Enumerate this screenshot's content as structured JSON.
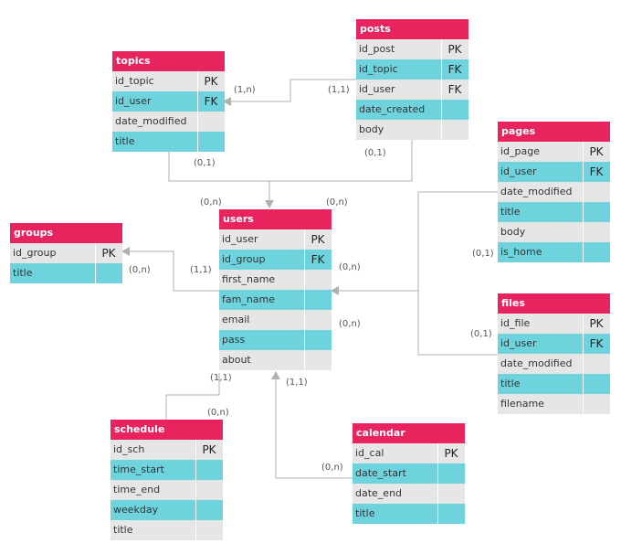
{
  "entities": {
    "topics": {
      "name": "topics",
      "fields": [
        {
          "name": "id_topic",
          "key": "PK"
        },
        {
          "name": "id_user",
          "key": "FK"
        },
        {
          "name": "date_modified",
          "key": ""
        },
        {
          "name": "title",
          "key": ""
        }
      ]
    },
    "posts": {
      "name": "posts",
      "fields": [
        {
          "name": "id_post",
          "key": "PK"
        },
        {
          "name": "id_topic",
          "key": "FK"
        },
        {
          "name": "id_user",
          "key": "FK"
        },
        {
          "name": "date_created",
          "key": ""
        },
        {
          "name": "body",
          "key": ""
        }
      ]
    },
    "pages": {
      "name": "pages",
      "fields": [
        {
          "name": "id_page",
          "key": "PK"
        },
        {
          "name": "id_user",
          "key": "FK"
        },
        {
          "name": "date_modified",
          "key": ""
        },
        {
          "name": "title",
          "key": ""
        },
        {
          "name": "body",
          "key": ""
        },
        {
          "name": "is_home",
          "key": ""
        }
      ]
    },
    "groups": {
      "name": "groups",
      "fields": [
        {
          "name": "id_group",
          "key": "PK"
        },
        {
          "name": "title",
          "key": ""
        }
      ]
    },
    "users": {
      "name": "users",
      "fields": [
        {
          "name": "id_user",
          "key": "PK"
        },
        {
          "name": "id_group",
          "key": "FK"
        },
        {
          "name": "first_name",
          "key": ""
        },
        {
          "name": "fam_name",
          "key": ""
        },
        {
          "name": "email",
          "key": ""
        },
        {
          "name": "pass",
          "key": ""
        },
        {
          "name": "about",
          "key": ""
        }
      ]
    },
    "files": {
      "name": "files",
      "fields": [
        {
          "name": "id_file",
          "key": "PK"
        },
        {
          "name": "id_user",
          "key": "FK"
        },
        {
          "name": "date_modified",
          "key": ""
        },
        {
          "name": "title",
          "key": ""
        },
        {
          "name": "filename",
          "key": ""
        }
      ]
    },
    "schedule": {
      "name": "schedule",
      "fields": [
        {
          "name": "id_sch",
          "key": "PK"
        },
        {
          "name": "time_start",
          "key": ""
        },
        {
          "name": "time_end",
          "key": ""
        },
        {
          "name": "weekday",
          "key": ""
        },
        {
          "name": "title",
          "key": ""
        }
      ]
    },
    "calendar": {
      "name": "calendar",
      "fields": [
        {
          "name": "id_cal",
          "key": "PK"
        },
        {
          "name": "date_start",
          "key": ""
        },
        {
          "name": "date_end",
          "key": ""
        },
        {
          "name": "title",
          "key": ""
        }
      ]
    }
  },
  "cardinalities": {
    "topics_users_topic_side": "(1,n)",
    "posts_topics_post_side": "(1,1)",
    "topics_users_user_side": "(0,1)",
    "posts_users_post_side": "(0,1)",
    "users_top_left": "(0,n)",
    "users_top_right": "(0,n)",
    "groups_users_group_side": "(0,n)",
    "groups_users_user_side": "(1,1)",
    "pages_users_user_side": "(0,n)",
    "pages_users_page_side": "(0,1)",
    "files_users_user_side": "(0,n)",
    "files_users_file_side": "(0,1)",
    "schedule_users_user_side": "(1,1)",
    "schedule_users_schedule_side": "(0,n)",
    "calendar_users_user_side": "(1,1)",
    "calendar_users_calendar_side": "(0,n)"
  },
  "colors": {
    "header": "#e8245f",
    "row_light": "#e6e6e6",
    "row_teal": "#6fd3de",
    "connector": "#aaaaaa"
  }
}
